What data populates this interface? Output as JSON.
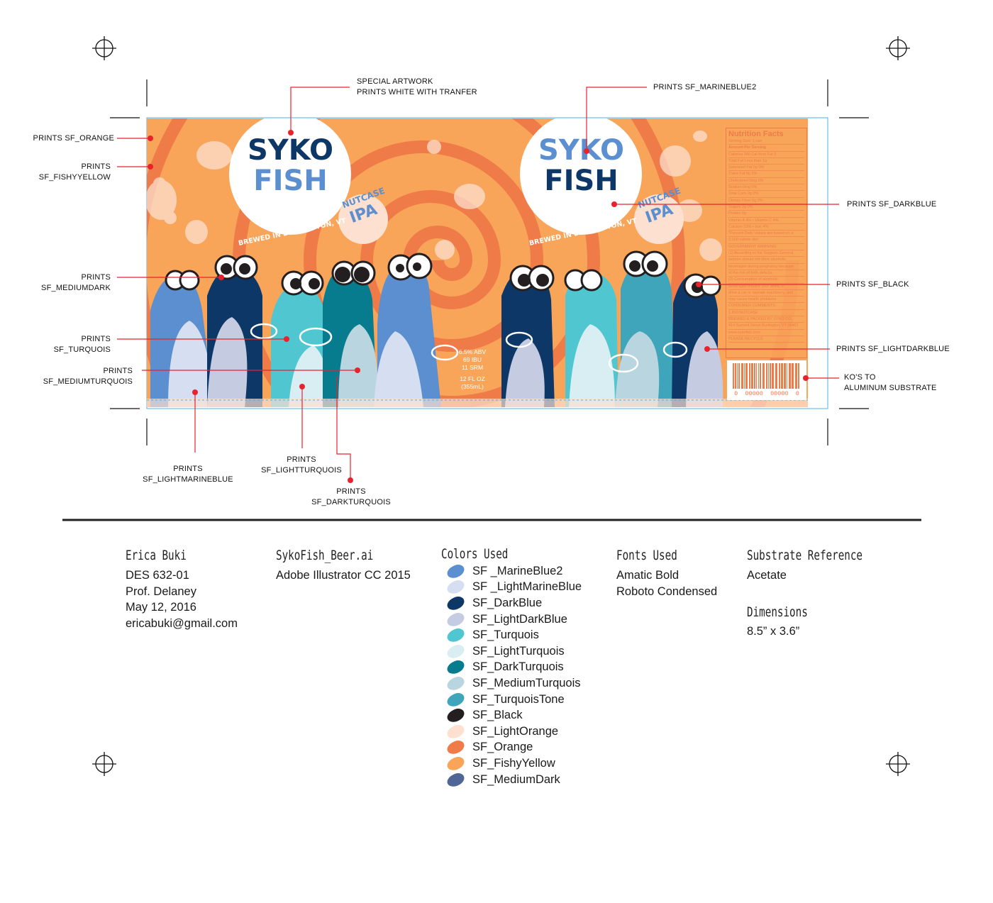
{
  "callouts": {
    "special_artwork_1": "SPECIAL ARTWORK",
    "special_artwork_2": "PRINTS WHITE WITH TRANFER",
    "marineblue2": "PRINTS SF_MARINEBLUE2",
    "orange": "PRINTS SF_ORANGE",
    "fishyyellow_1": "PRINTS",
    "fishyyellow_2": "SF_FISHYYELLOW",
    "darkblue": "PRINTS SF_DARKBLUE",
    "mediumdark_1": "PRINTS",
    "mediumdark_2": "SF_MEDIUMDARK",
    "black": "PRINTS SF_BLACK",
    "turquois_1": "PRINTS",
    "turquois_2": "SF_TURQUOIS",
    "lightdarkblue": "PRINTS SF_LIGHTDARKBLUE",
    "mediumturquois_1": "PRINTS",
    "mediumturquois_2": "SF_MEDIUMTURQUOIS",
    "kos_1": "KO'S TO",
    "kos_2": "ALUMINUM SUBSTRATE",
    "lightmarineblue_1": "PRINTS",
    "lightmarineblue_2": "SF_LIGHTMARINEBLUE",
    "lightturquois_1": "PRINTS",
    "lightturquois_2": "SF_LIGHTTURQUOIS",
    "darkturquois_1": "PRINTS",
    "darkturquois_2": "SF_DARKTURQUOIS"
  },
  "label": {
    "brand_line1": "SYKO",
    "brand_line2": "FISH",
    "tagline": "BREWED IN BURLINGTON, VT",
    "style_line1": "NUTCASE",
    "style_line2": "IPA",
    "abv": "6.5% ABV",
    "ibu": "69 IBU",
    "srm": "11 SRM",
    "volume_1": "12 FL OZ",
    "volume_2": "(355mL)",
    "barcode_digits": "0  00000  00000  0",
    "nutrition": {
      "title": "Nutrition Facts",
      "serving": "Serving Size: 1 can",
      "amount": "Amount Per Serving",
      "lines": [
        "Calories 260    Cal from Fat 0",
        "Total Fat Less than 1g",
        "   Saturated Fat 0g          0%",
        "   Trans Fat 0g              0%",
        "Cholesterol 0mg             0%",
        "Sodium 0mg                   0%",
        "Total Carb 0g                0%",
        "   Dietary Fiber 0g          0%",
        "   Sugars 0g                 0%",
        "Protein 0g",
        "Vitamin A 4%  •  Vitamin C 4%",
        "Calcium 10%   •  Iron 4%",
        "*Percent Daily Values are based on a",
        "2,000 calorie diet",
        "GOVERNMENT WARNING:",
        "(1) According to the Surgeon General,",
        "women should not drink alcoholic",
        "beverages during pregnancy because",
        "of the risk of birth defects.",
        "(2) Consumption of alcoholic",
        "beverages impairs your ability to",
        "drive a car or operate machinery, and",
        "may cause health problems.",
        "CONSUMER COMMENTS:",
        "1.800.NUTCASE",
        "BREWED & PACKED BY SYKO CO.",
        "414 Summit Street Burlington, VT 05401",
        "www.sykofish.com",
        "PLEASE RECYCLE"
      ]
    }
  },
  "info": {
    "author_heading": "Erica Buki",
    "author_lines": [
      "DES 632-01",
      "Prof. Delaney",
      "May 12, 2016",
      "ericabuki@gmail.com"
    ],
    "file_heading": "SykoFish_Beer.ai",
    "file_lines": [
      "Adobe Illustrator CC 2015"
    ],
    "colors_heading": "Colors Used",
    "colors": [
      {
        "name": "SF _MarineBlue2",
        "hex": "#5b8fd0"
      },
      {
        "name": "SF _LightMarineBlue",
        "hex": "#d6dff2"
      },
      {
        "name": "SF_DarkBlue",
        "hex": "#0d3767"
      },
      {
        "name": "SF_LightDarkBlue",
        "hex": "#c5cbe0"
      },
      {
        "name": "SF_Turquois",
        "hex": "#4fc6d0"
      },
      {
        "name": "SF_LightTurquois",
        "hex": "#d8eef3"
      },
      {
        "name": "SF_DarkTurquois",
        "hex": "#077c8e"
      },
      {
        "name": "SF_MediumTurquois",
        "hex": "#b9d5df"
      },
      {
        "name": "SF_TurquoisTone",
        "hex": "#3ea5bb"
      },
      {
        "name": "SF_Black",
        "hex": "#231f20"
      },
      {
        "name": "SF_LightOrange",
        "hex": "#fde0cf"
      },
      {
        "name": "SF_Orange",
        "hex": "#ef7b48"
      },
      {
        "name": "SF_FishyYellow",
        "hex": "#f8a55a"
      },
      {
        "name": "SF_MediumDark",
        "hex": "#4f6696"
      }
    ],
    "fonts_heading": "Fonts Used",
    "fonts_lines": [
      "Amatic Bold",
      "Roboto Condensed"
    ],
    "substrate_heading": "Substrate Reference",
    "substrate_lines": [
      "Acetate"
    ],
    "dimensions_heading": "Dimensions",
    "dimensions_lines": [
      "8.5” x 3.6”"
    ]
  }
}
